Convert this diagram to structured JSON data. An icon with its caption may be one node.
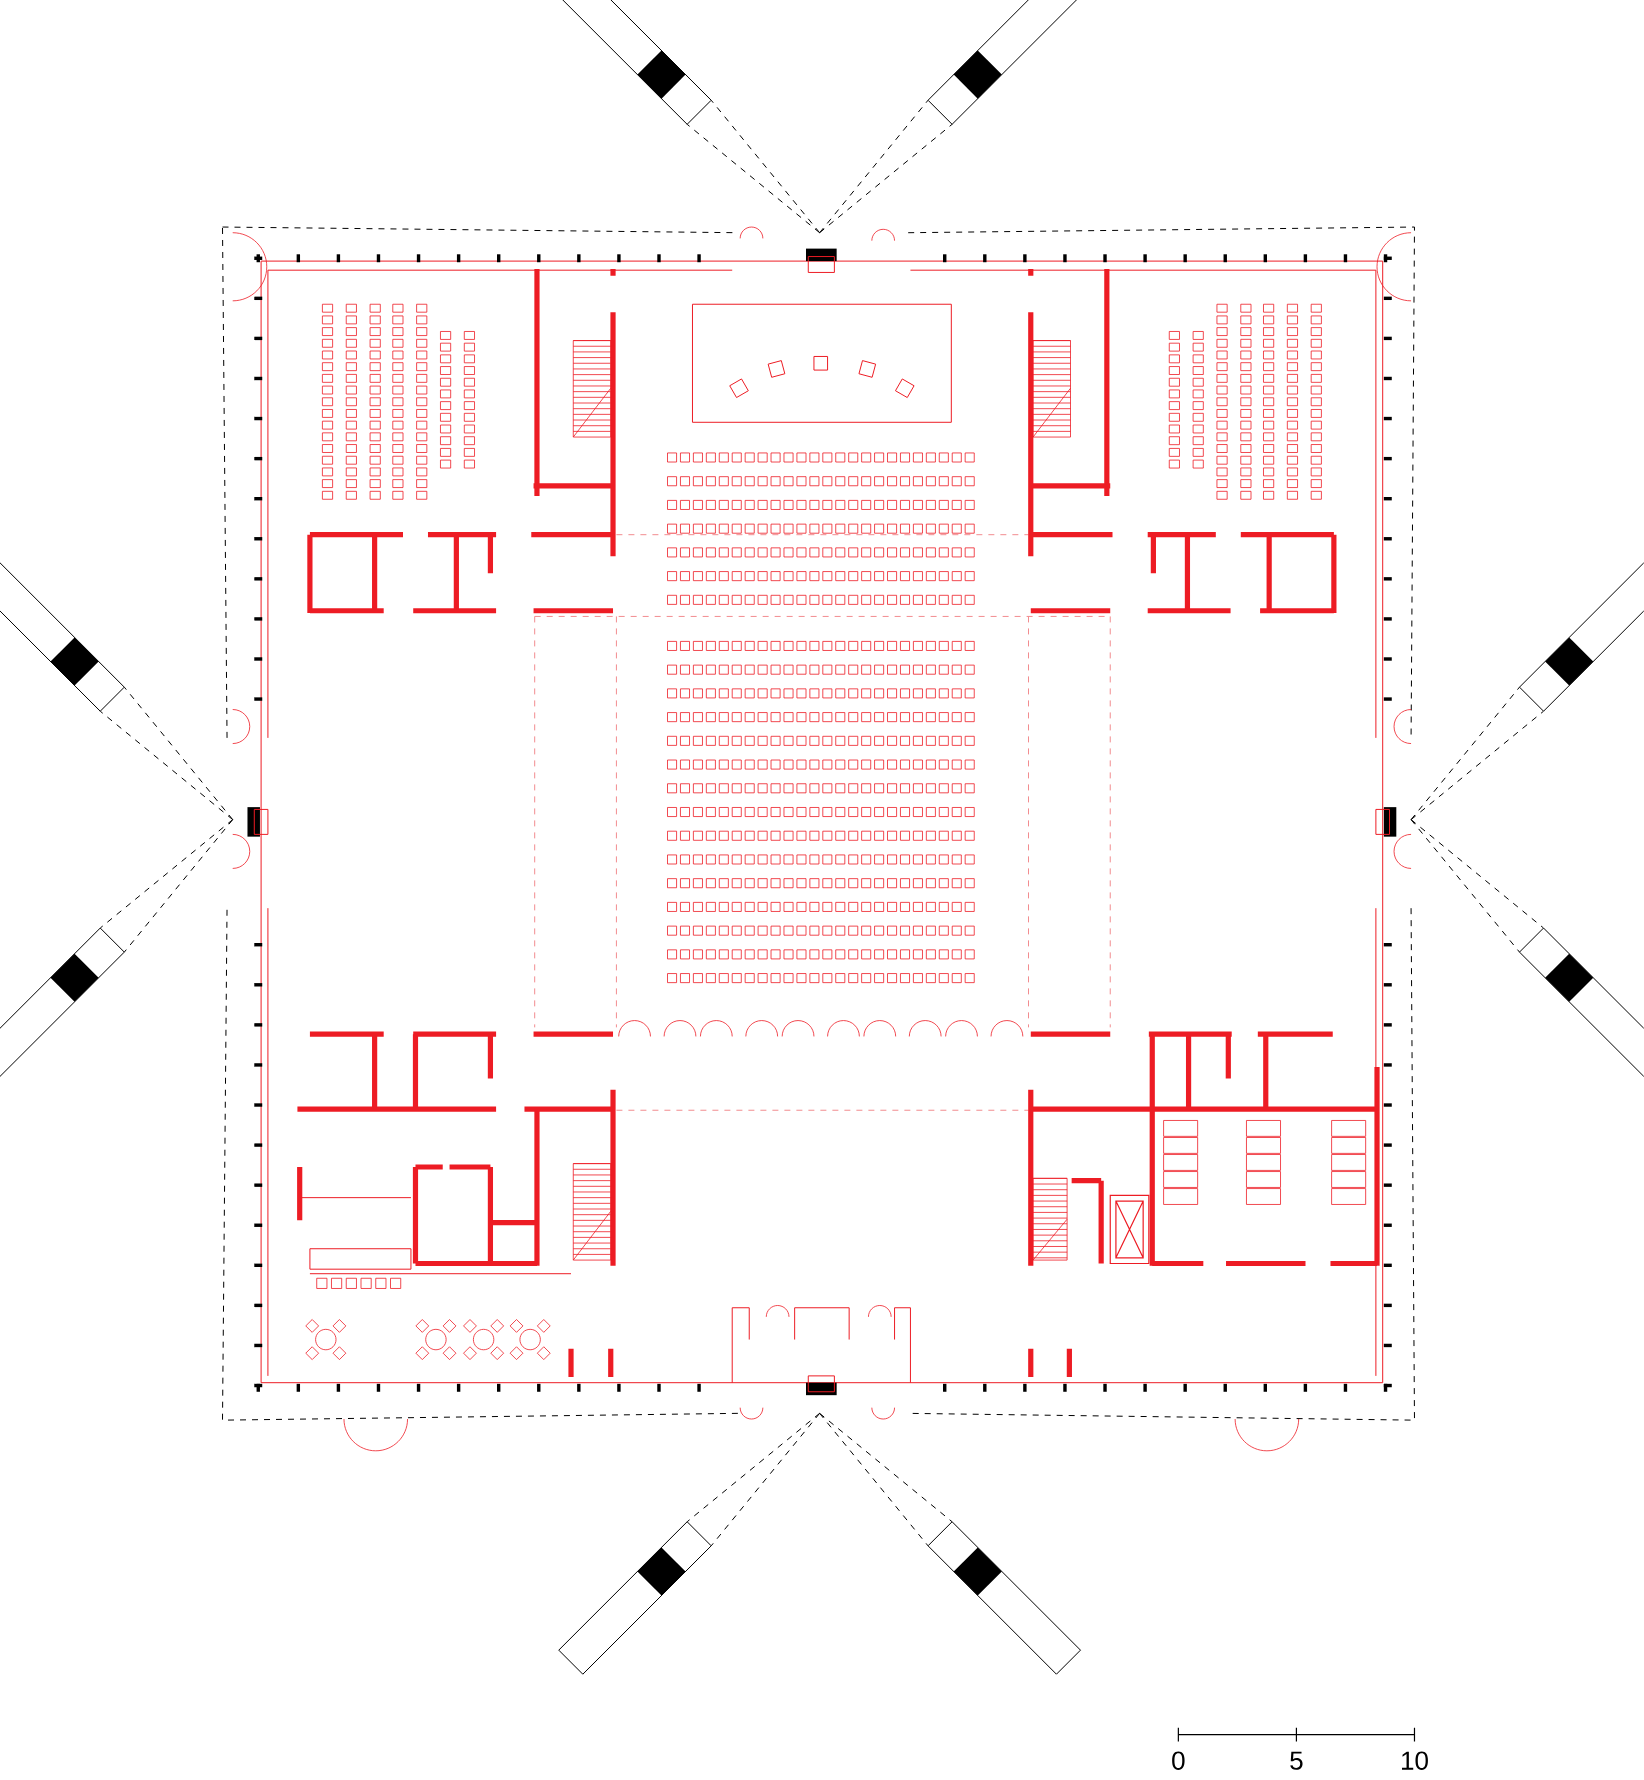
{
  "diagram": {
    "labels": [
      "0",
      "5",
      "10"
    ]
  }
}
